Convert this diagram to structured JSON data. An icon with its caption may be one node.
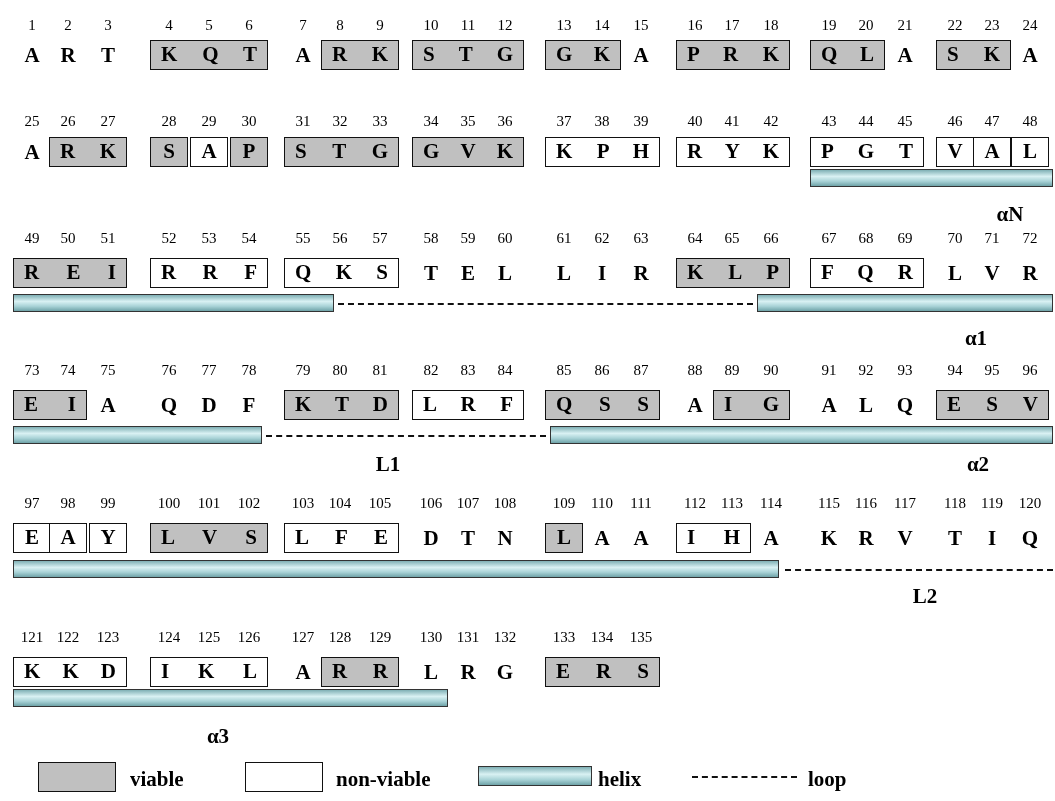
{
  "diagram": {
    "nodes": [
      {
        "text": [
          "K Q T"
        ]
      },
      {
        "text": [
          "R K"
        ]
      },
      {
        "text": [
          "S T G"
        ]
      },
      {
        "text": [
          "G K"
        ]
      },
      {
        "text": [
          "P R K"
        ]
      },
      {
        "text": [
          "Q L"
        ]
      },
      {
        "text": [
          "S K"
        ]
      },
      {
        "text": [
          "R K"
        ]
      },
      {
        "text": [
          "S"
        ]
      },
      {
        "text": [
          "A"
        ]
      },
      {
        "text": [
          "P"
        ]
      },
      {
        "text": [
          "S T G"
        ]
      },
      {
        "text": [
          "G V K"
        ]
      },
      {
        "text": [
          "K P H"
        ]
      },
      {
        "text": [
          "R Y K"
        ]
      },
      {
        "text": [
          "P G T"
        ]
      },
      {
        "text": [
          "V"
        ]
      },
      {
        "text": [
          "A"
        ]
      },
      {
        "text": [
          "L"
        ]
      },
      {
        "text": [
          "R E I"
        ]
      },
      {
        "text": [
          "R R F"
        ]
      },
      {
        "text": [
          "Q K S"
        ]
      },
      {
        "text": [
          "K L P"
        ]
      },
      {
        "text": [
          "F Q R"
        ]
      },
      {
        "text": [
          "E I"
        ]
      },
      {
        "text": [
          "K T D"
        ]
      },
      {
        "text": [
          "L R F"
        ]
      },
      {
        "text": [
          "Q S S"
        ]
      },
      {
        "text": [
          "I G"
        ]
      },
      {
        "text": [
          "E S V"
        ]
      },
      {
        "text": [
          "E"
        ]
      },
      {
        "text": [
          "A"
        ]
      },
      {
        "text": [
          "Y"
        ]
      },
      {
        "text": [
          "L V S"
        ]
      },
      {
        "text": [
          "L F E"
        ]
      },
      {
        "text": [
          "L"
        ]
      },
      {
        "text": [
          "I H"
        ]
      },
      {
        "text": [
          "K K D"
        ]
      },
      {
        "text": [
          "I K L"
        ]
      },
      {
        "text": [
          "R R"
        ]
      },
      {
        "text": [
          "E R S"
        ]
      }
    ],
    "edges": [],
    "labels": [
      "1",
      "2",
      "3",
      "4",
      "5",
      "6",
      "7",
      "8",
      "9",
      "10",
      "11",
      "12",
      "13",
      "14",
      "15",
      "16",
      "17",
      "18",
      "19",
      "20",
      "21",
      "22",
      "23",
      "24",
      "A",
      "R",
      "T",
      "A",
      "A",
      "A",
      "A",
      "25",
      "26",
      "27",
      "28",
      "29",
      "30",
      "31",
      "32",
      "33",
      "34",
      "35",
      "36",
      "37",
      "38",
      "39",
      "40",
      "41",
      "42",
      "43",
      "44",
      "45",
      "46",
      "47",
      "48",
      "A",
      "αN",
      "49",
      "50",
      "51",
      "52",
      "53",
      "54",
      "55",
      "56",
      "57",
      "58",
      "59",
      "60",
      "61",
      "62",
      "63",
      "64",
      "65",
      "66",
      "67",
      "68",
      "69",
      "70",
      "71",
      "72",
      "T",
      "E",
      "L",
      "L",
      "I",
      "R",
      "L",
      "V",
      "R",
      "α1",
      "73",
      "74",
      "75",
      "76",
      "77",
      "78",
      "79",
      "80",
      "81",
      "82",
      "83",
      "84",
      "85",
      "86",
      "87",
      "88",
      "89",
      "90",
      "91",
      "92",
      "93",
      "94",
      "95",
      "96",
      "A",
      "Q",
      "D",
      "F",
      "A",
      "A",
      "L",
      "Q",
      "L1",
      "α2",
      "97",
      "98",
      "99",
      "100",
      "101",
      "102",
      "103",
      "104",
      "105",
      "106",
      "107",
      "108",
      "109",
      "110",
      "111",
      "112",
      "113",
      "114",
      "115",
      "116",
      "117",
      "118",
      "119",
      "120",
      "D",
      "T",
      "N",
      "A",
      "A",
      "A",
      "K",
      "R",
      "V",
      "T",
      "I",
      "Q",
      "L2",
      "121",
      "122",
      "123",
      "124",
      "125",
      "126",
      "127",
      "128",
      "129",
      "130",
      "131",
      "132",
      "133",
      "134",
      "135",
      "A",
      "L",
      "R",
      "G",
      "α3"
    ],
    "legend": [
      {
        "text": "viable",
        "color": "#c0c0c0"
      },
      {
        "text": "non-viable",
        "color": "#ffffff"
      },
      {
        "text": "helix"
      },
      {
        "text": "loop"
      }
    ]
  }
}
